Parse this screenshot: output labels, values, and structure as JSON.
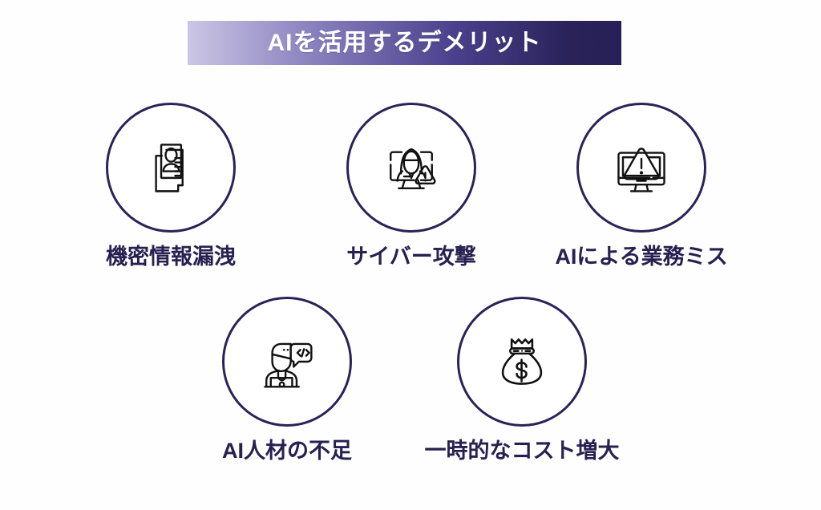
{
  "slide": {
    "background_color": "#fefefe",
    "title": {
      "text": "AIを活用するデメリット",
      "gradient_from": "#cbc6e4",
      "gradient_to": "#272058",
      "text_color": "#ffffff"
    },
    "accent_color": "#2b2257",
    "label_color": "#262150",
    "icon_stroke_color": "#111111"
  },
  "items": [
    {
      "id": "item-1",
      "label": "機密情報漏洩",
      "icon": "documents-person-icon",
      "icon_meaning": "stacked documents with ID photo of a person"
    },
    {
      "id": "item-2",
      "label": "サイバー攻撃",
      "icon": "hacker-monitor-warning-icon",
      "icon_meaning": "hooded hacker on a computer monitor with warning triangle"
    },
    {
      "id": "item-3",
      "label": "AIによる業務ミス",
      "icon": "monitor-warning-icon",
      "icon_meaning": "desktop monitor displaying a warning triangle"
    },
    {
      "id": "item-4",
      "label": "AI人材の不足",
      "icon": "developer-code-bubble-icon",
      "icon_meaning": "person at a laptop with a code speech bubble"
    },
    {
      "id": "item-5",
      "label": "一時的なコスト増大",
      "icon": "money-bag-icon",
      "icon_meaning": "money bag with a dollar sign"
    }
  ]
}
